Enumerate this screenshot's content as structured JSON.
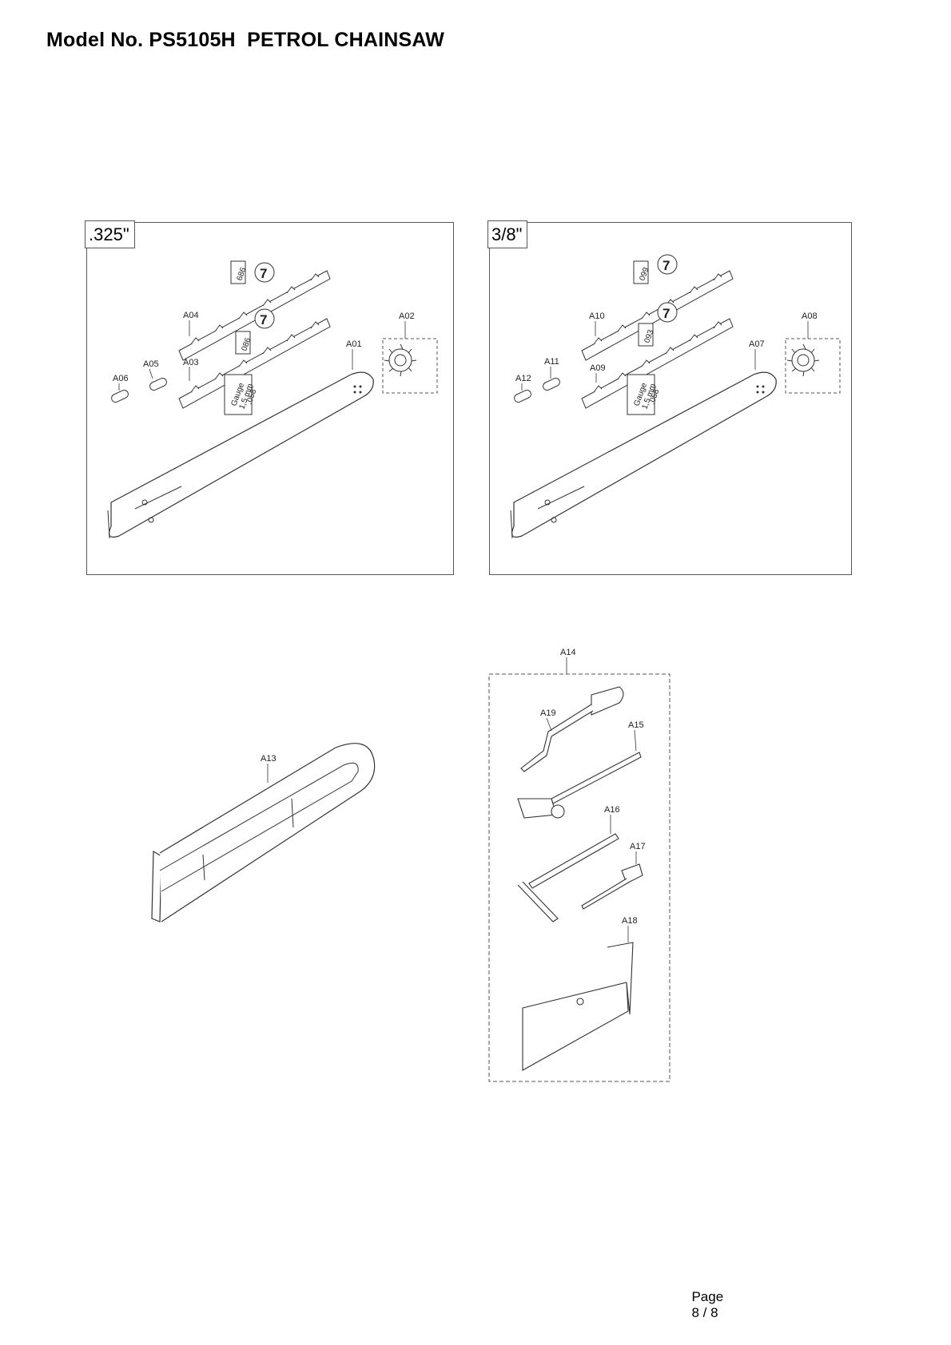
{
  "header": {
    "title": "Model No. PS5105H  PETROL CHAINSAW"
  },
  "panel_325": {
    "pitch": ".325\"",
    "callouts": {
      "bar": "A01",
      "sprocket": "A02",
      "chain_lower": "A03",
      "chain_upper": "A04",
      "link_a": "A05",
      "link_b": "A06"
    },
    "chain_codes": {
      "upper": "686",
      "lower": "086"
    },
    "gauge": {
      "l1": "Gauge",
      "l2": "1,5 mm",
      "l3": ".058\""
    }
  },
  "panel_38": {
    "pitch": "3/8\"",
    "callouts": {
      "bar": "A07",
      "sprocket": "A08",
      "chain_lower": "A09",
      "chain_upper": "A10",
      "link_a": "A11",
      "link_b": "A12"
    },
    "chain_codes": {
      "upper": "099",
      "lower": "093"
    },
    "gauge": {
      "l1": "Gauge",
      "l2": "1,5 mm",
      "l3": ".058\""
    }
  },
  "scabbard": {
    "callout": "A13"
  },
  "toolkit": {
    "group": "A14",
    "file_guide": "A15",
    "file": "A16",
    "screwdriver": "A17",
    "pouch": "A18",
    "handle_tool": "A19"
  },
  "footer": {
    "page_label": "Page",
    "page_number": "8 / 8"
  }
}
